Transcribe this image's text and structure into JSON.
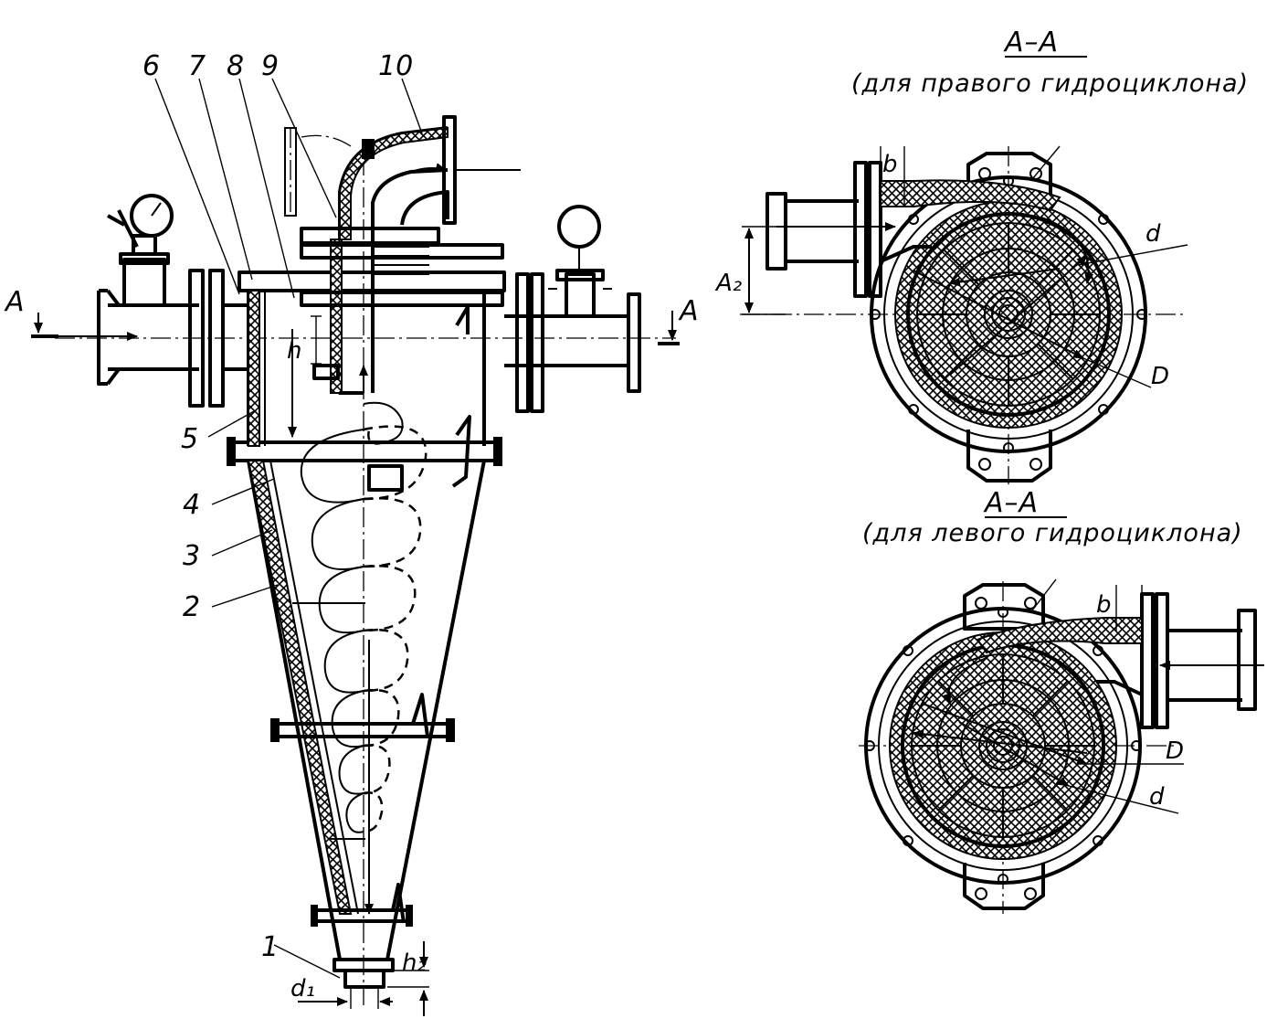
{
  "labels": {
    "part_1": "1",
    "part_2": "2",
    "part_3": "3",
    "part_4": "4",
    "part_5": "5",
    "part_6": "6",
    "part_7": "7",
    "part_8": "8",
    "part_9": "9",
    "part_10": "10",
    "section_mark_left": "A",
    "section_mark_right": "A",
    "dim_h": "h",
    "dim_h2": "h₂",
    "dim_d1": "d₁"
  },
  "section_right": {
    "title": "А–А",
    "caption": "(для правого гидроциклона)",
    "dim_b": "b",
    "dim_d": "d",
    "dim_D": "D",
    "dim_A2": "A₂"
  },
  "section_left": {
    "title": "А–А",
    "caption": "(для левого гидроциклона)",
    "dim_b": "b",
    "dim_d": "d",
    "dim_D": "D"
  }
}
